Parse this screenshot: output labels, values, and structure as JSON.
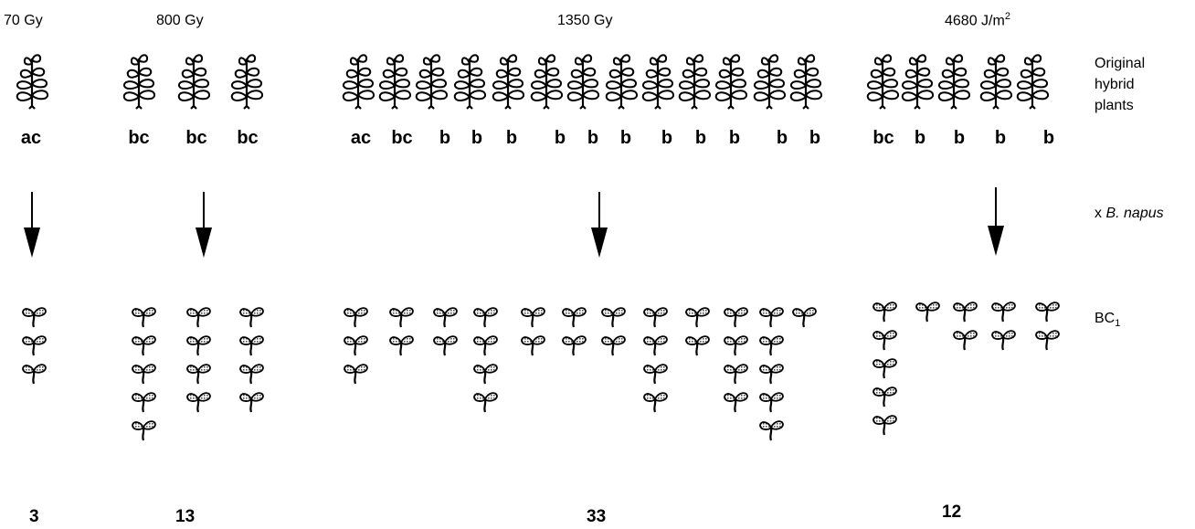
{
  "groups": [
    {
      "dose": "70 Gy",
      "dose_unit_sup": "",
      "genotypes": [
        "ac"
      ],
      "bc1_counts": [
        3
      ],
      "total": "3"
    },
    {
      "dose": "800 Gy",
      "dose_unit_sup": "",
      "genotypes": [
        "bc",
        "bc",
        "bc"
      ],
      "bc1_counts": [
        5,
        4,
        4
      ],
      "total": "13"
    },
    {
      "dose": "1350 Gy",
      "dose_unit_sup": "",
      "genotypes": [
        "ac",
        "bc",
        "b",
        "b",
        "b",
        "b",
        "b",
        "b",
        "b",
        "b",
        "b",
        "b",
        "b"
      ],
      "bc1_counts": [
        3,
        2,
        2,
        4,
        2,
        2,
        2,
        4,
        2,
        4,
        5,
        1
      ],
      "total": "33"
    },
    {
      "dose": "4680 J/m",
      "dose_unit_sup": "2",
      "genotypes": [
        "bc",
        "b",
        "b",
        "b",
        "b"
      ],
      "bc1_counts": [
        5,
        1,
        2,
        2,
        2
      ],
      "total": "12"
    }
  ],
  "side_labels": {
    "original": [
      "Original",
      "hybrid",
      "plants"
    ],
    "cross_prefix": "x ",
    "cross_species": "B. napus",
    "bc1": "BC",
    "bc1_sub": "1"
  },
  "colors": {
    "ink": "#000000",
    "leaf_fill": "#b8b8b8"
  }
}
